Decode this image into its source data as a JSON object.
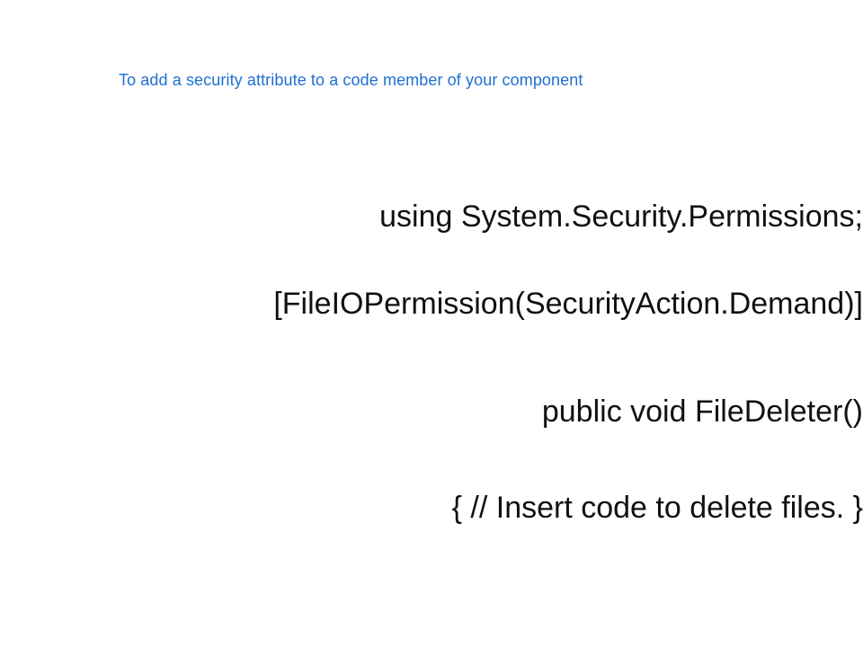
{
  "slide": {
    "title": "To add a security attribute to a code member of your component",
    "code_lines": [
      "using System.Security.Permissions;",
      "[FileIOPermission(SecurityAction.Demand)]",
      "public void FileDeleter()",
      "{ // Insert code to delete files. }"
    ]
  },
  "colors": {
    "title": "#1f6fd1",
    "code_text": "#111111",
    "background": "#ffffff"
  }
}
